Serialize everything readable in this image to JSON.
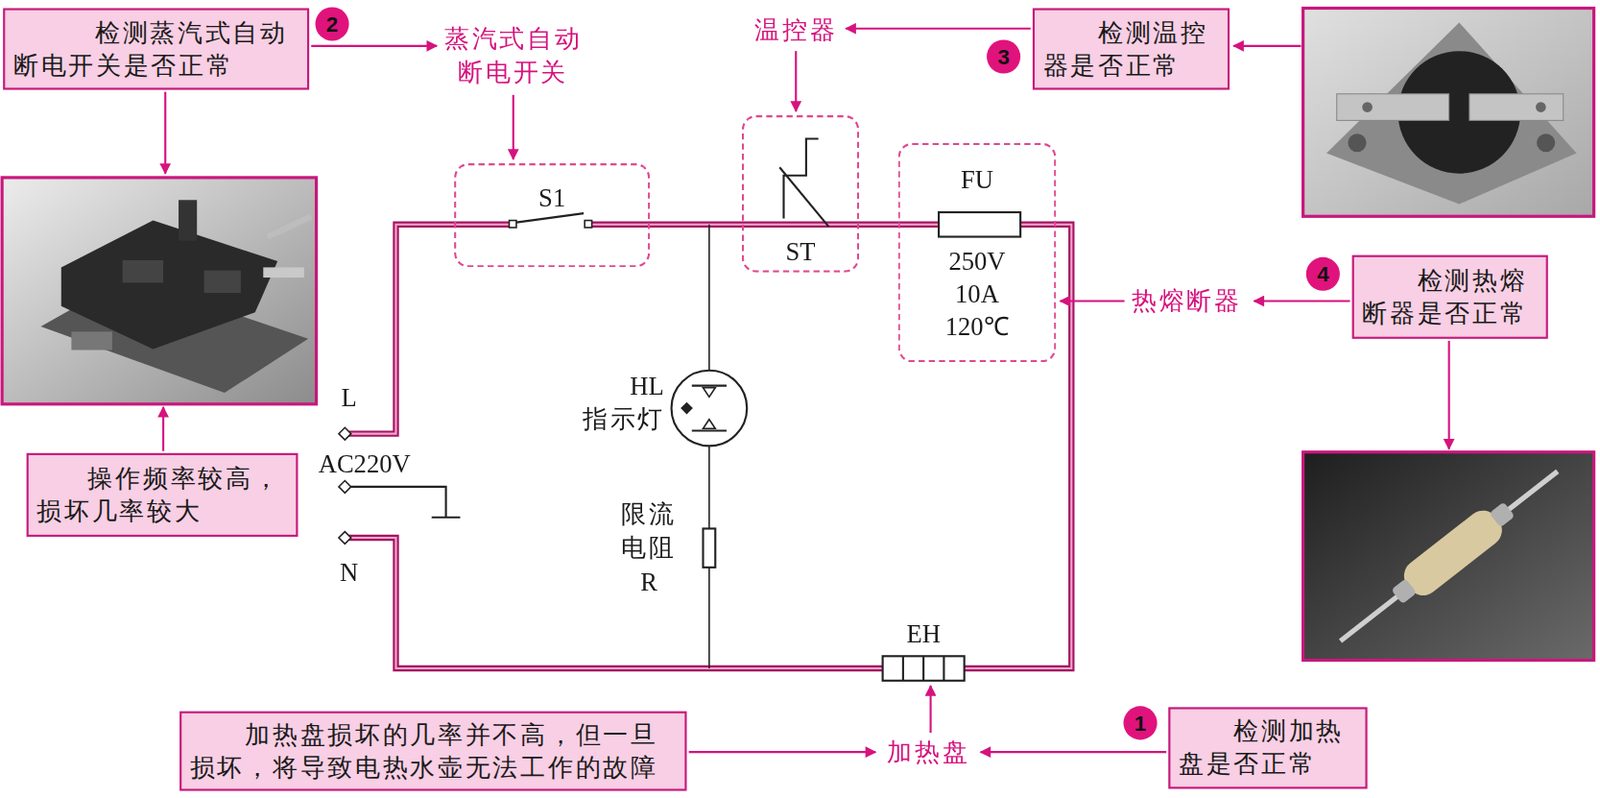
{
  "diagram": {
    "nodes": [
      {
        "text": [
          "检测蒸汽式自动断电开关是否正常"
        ]
      },
      {
        "text": [
          "2"
        ]
      },
      {
        "text": [
          "S1"
        ]
      },
      {
        "text": [
          "ST"
        ]
      },
      {
        "text": [
          "3"
        ]
      },
      {
        "text": [
          "检测温控器是否正常"
        ]
      },
      {
        "text": [
          "FU",
          "250V 10A 120℃"
        ]
      },
      {
        "text": [
          "4"
        ]
      },
      {
        "text": [
          "检测热熔断器是否正常"
        ]
      },
      {
        "text": [
          "操作频率较高，损坏几率较大"
        ]
      },
      {
        "text": [
          "加热盘损坏的几率并不高，但一旦损坏，将导致电热水壶无法工作的故障"
        ]
      },
      {
        "text": [
          "1"
        ]
      },
      {
        "text": [
          "检测加热盘是否正常"
        ]
      }
    ],
    "labels": [
      "蒸汽式自动断电开关",
      "温控器",
      "热熔断器",
      "L",
      "AC220V",
      "N",
      "HL",
      "指示灯",
      "限流电阻",
      "R",
      "EH",
      "加热盘"
    ]
  }
}
